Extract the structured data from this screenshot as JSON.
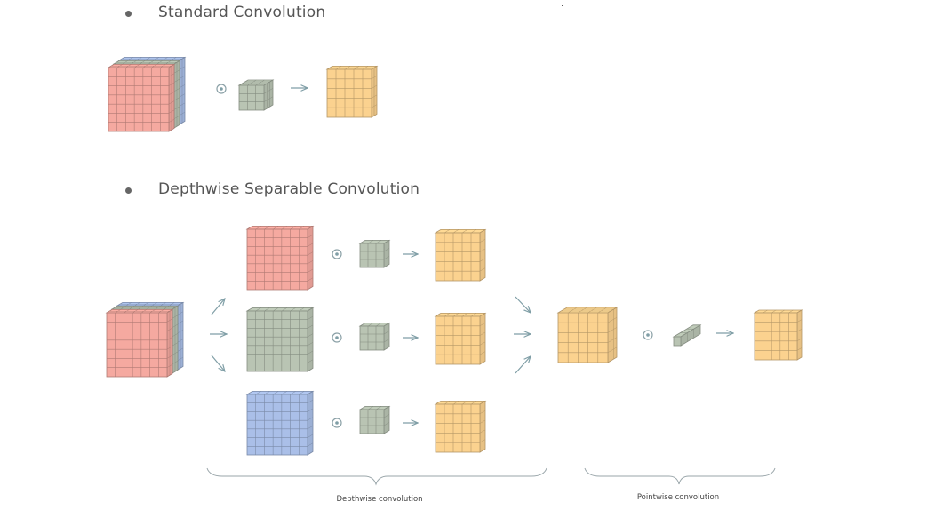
{
  "section1": {
    "title": "Standard Convolution"
  },
  "section2": {
    "title": "Depthwise Separable Convolution"
  },
  "labels": {
    "depthwise": "Depthwise convolution",
    "pointwise": "Pointwise convolution"
  },
  "colors": {
    "red": "#f5a9a0",
    "green": "#b9c4b3",
    "blue": "#aabfe8",
    "orange": "#fbd28f",
    "arrow": "#7f9ea6",
    "text": "#555555"
  },
  "symbols": {
    "operator": "convolution-operator",
    "arrow": "right-arrow"
  }
}
